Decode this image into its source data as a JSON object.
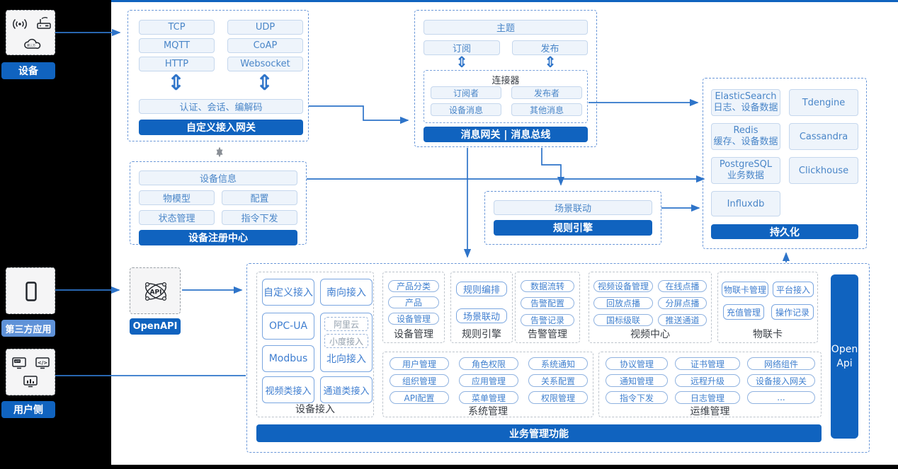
{
  "colors": {
    "accent": "#1063bf",
    "accent_light": "#5f92d8",
    "line_blue": "#2e74c9",
    "line_gray": "#8a8f96",
    "pill_border": "#c5d7ed",
    "pill_text": "#4a86c8"
  },
  "icons": {
    "updown_arrow": "⇕"
  },
  "left_panel": {
    "device": {
      "label": "设备",
      "icons": [
        "signal-icon",
        "router-icon",
        "cloud-icon"
      ]
    },
    "third_party": {
      "label": "第三方应用",
      "icons": [
        "phone-icon"
      ]
    },
    "user_side": {
      "label": "用户侧",
      "icons": [
        "app-icon",
        "code-icon",
        "chart-icon"
      ]
    }
  },
  "gateway": {
    "title": "自定义接入网关",
    "protocols": [
      "TCP",
      "UDP",
      "MQTT",
      "CoAP",
      "HTTP",
      "Websocket"
    ],
    "middleware": "认证、会话、编解码"
  },
  "registry": {
    "title": "设备注册中心",
    "device_info": "设备信息",
    "items": [
      "物模型",
      "配置",
      "状态管理",
      "指令下发"
    ]
  },
  "message_bus": {
    "title": "消息网关 | 消息总线",
    "topic": "主题",
    "subscribe": "订阅",
    "publish": "发布",
    "connector": {
      "title": "连接器",
      "items": [
        "订阅者",
        "发布者",
        "设备消息",
        "其他消息"
      ]
    }
  },
  "persistence": {
    "title": "持久化",
    "databases": [
      {
        "name": "ElasticSearch",
        "desc": "日志、设备数据"
      },
      {
        "name": "Tdengine",
        "desc": ""
      },
      {
        "name": "Redis",
        "desc": "缓存、设备数据"
      },
      {
        "name": "Cassandra",
        "desc": ""
      },
      {
        "name": "PostgreSQL",
        "desc": "业务数据"
      },
      {
        "name": "Clickhouse",
        "desc": ""
      },
      {
        "name": "Influxdb",
        "desc": ""
      }
    ]
  },
  "rule_engine_box": {
    "title": "规则引擎",
    "scene_linkage": "场景联动"
  },
  "openapi": {
    "label": "OpenAPI"
  },
  "business": {
    "title": "业务管理功能",
    "open_api": "Open Api",
    "device_access": {
      "label": "设备接入",
      "pills": [
        "自定义接入",
        "南向接入",
        "OPC-UA",
        "Modbus",
        "视频类接入",
        "通道类接入"
      ],
      "north": {
        "label": "北向接入",
        "sub": [
          "阿里云",
          "小度接入"
        ]
      }
    },
    "device_mgmt": {
      "label": "设备管理",
      "pills": [
        "产品分类",
        "产品",
        "设备管理"
      ]
    },
    "rule_engine": {
      "label": "规则引擎",
      "pills": [
        "规则编排",
        "场景联动"
      ]
    },
    "alarm": {
      "label": "告警管理",
      "pills": [
        "数据流转",
        "告警配置",
        "告警记录"
      ]
    },
    "video": {
      "label": "视频中心",
      "pills": [
        "视频设备管理",
        "在线点播",
        "回放点播",
        "分屏点播",
        "国标级联",
        "推送通道"
      ]
    },
    "iot_card": {
      "label": "物联卡",
      "pills": [
        "物联卡管理",
        "平台接入",
        "充值管理",
        "操作记录"
      ]
    },
    "system": {
      "label": "系统管理",
      "pills": [
        "用户管理",
        "角色权限",
        "系统通知",
        "组织管理",
        "应用管理",
        "关系配置",
        "API配置",
        "菜单管理",
        "权限管理"
      ]
    },
    "ops": {
      "label": "运维管理",
      "pills": [
        "协议管理",
        "证书管理",
        "网络组件",
        "通知管理",
        "远程升级",
        "设备接入网关",
        "指令下发",
        "日志管理",
        "..."
      ]
    }
  }
}
